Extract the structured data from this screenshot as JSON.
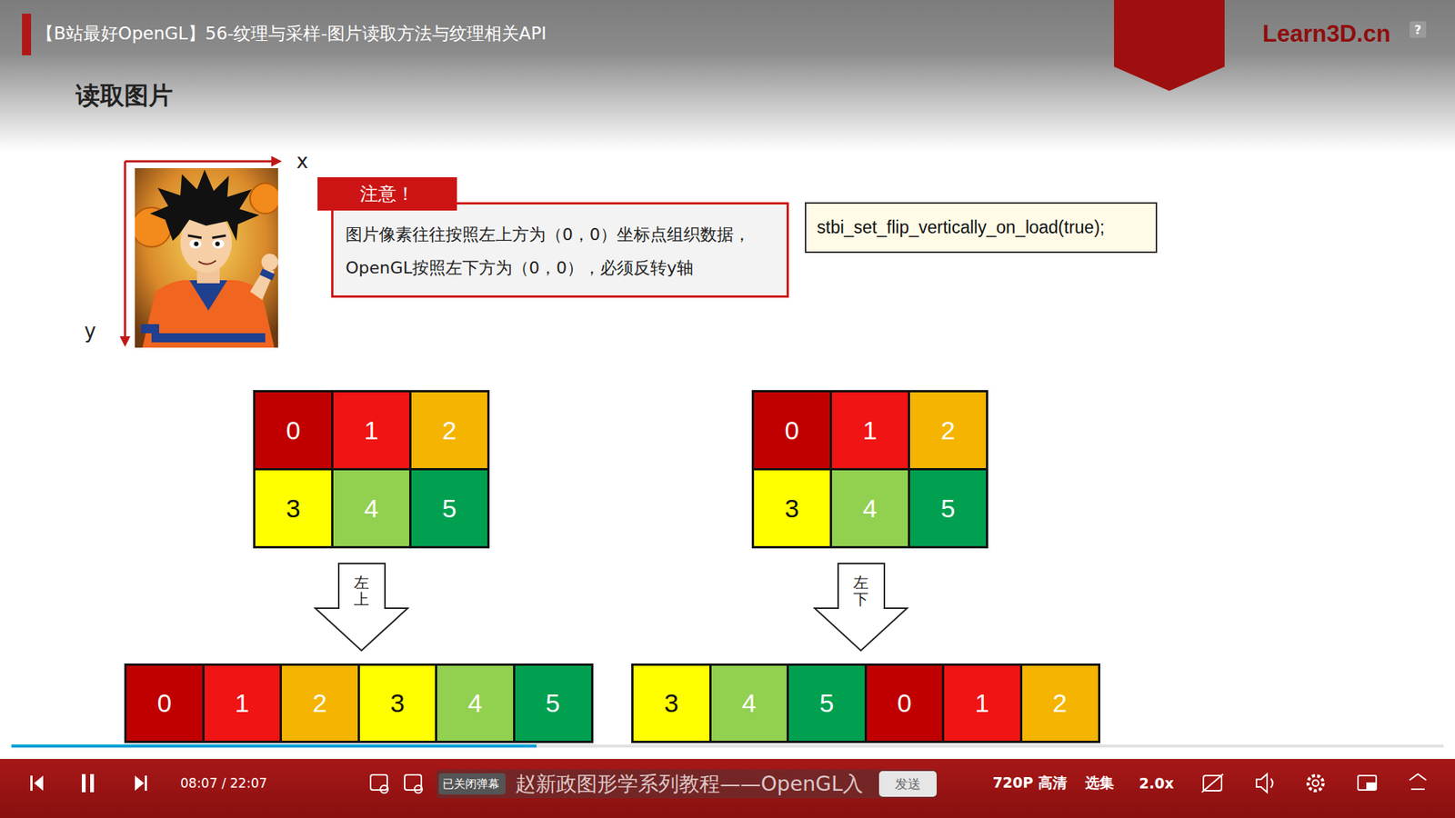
{
  "diagram": {
    "title": "读取图片",
    "nodes": [
      {
        "text": [
          "注意！",
          "图片像素往往按照左上方为（0，0）坐标点组织数据， OpenGL按照左下方为（0，0），必须反转y轴"
        ]
      },
      {
        "text": [
          "stbi_set_flip_vertically_on_load(true);"
        ]
      },
      {
        "text": [
          "0"
        ]
      },
      {
        "text": [
          "1"
        ]
      },
      {
        "text": [
          "2"
        ]
      },
      {
        "text": [
          "3"
        ]
      },
      {
        "text": [
          "4"
        ]
      },
      {
        "text": [
          "5"
        ]
      },
      {
        "text": [
          "0"
        ]
      },
      {
        "text": [
          "1"
        ]
      },
      {
        "text": [
          "2"
        ]
      },
      {
        "text": [
          "3"
        ]
      },
      {
        "text": [
          "4"
        ]
      },
      {
        "text": [
          "5"
        ]
      },
      {
        "text": [
          "左上"
        ]
      },
      {
        "text": [
          "左下"
        ]
      },
      {
        "text": [
          "0"
        ]
      },
      {
        "text": [
          "1"
        ]
      },
      {
        "text": [
          "2"
        ]
      },
      {
        "text": [
          "3"
        ]
      },
      {
        "text": [
          "4"
        ]
      },
      {
        "text": [
          "5"
        ]
      },
      {
        "text": [
          "3"
        ]
      },
      {
        "text": [
          "4"
        ]
      },
      {
        "text": [
          "5"
        ]
      },
      {
        "text": [
          "0"
        ]
      },
      {
        "text": [
          "1"
        ]
      },
      {
        "text": [
          "2"
        ]
      }
    ],
    "labels": [
      "【B站最好OpenGL】56-纹理与采样-图片读取方法与纹理相关API",
      "Learn3D.cn",
      "?",
      "x",
      "y",
      "08:07 / 22:07",
      "已关闭弹幕",
      "赵新政图形学系列教程——OpenGL入",
      "发送",
      "720P 高清",
      "选集",
      "2.0x"
    ]
  }
}
